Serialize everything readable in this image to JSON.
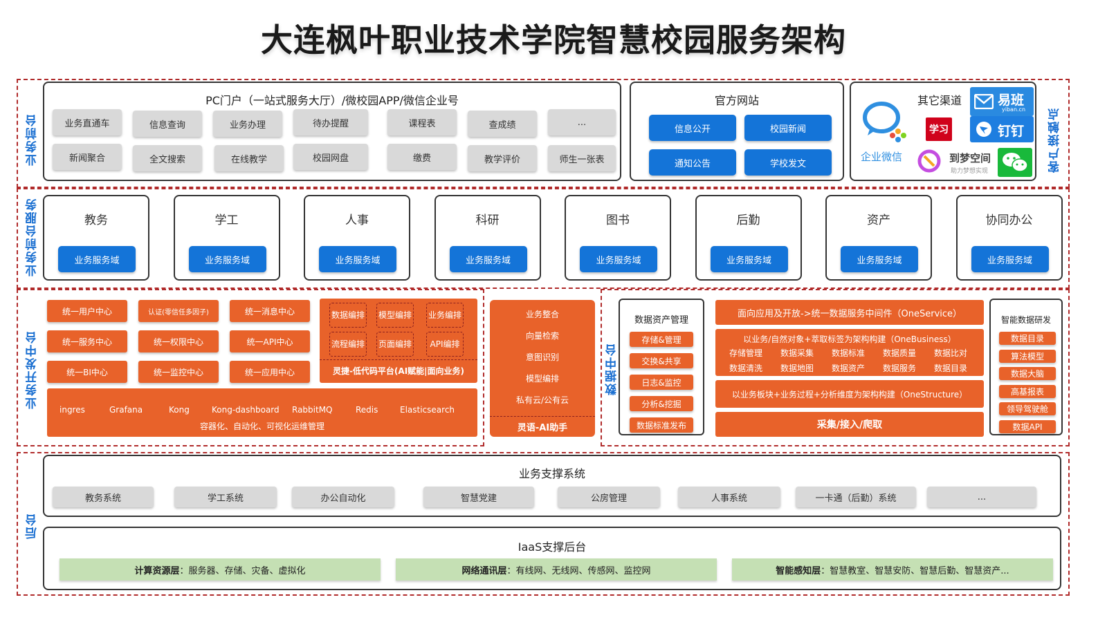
{
  "title": "大连枫叶职业技术学院智慧校园服务架构",
  "bands": {
    "front": "业务前台",
    "customer": "客户接触点",
    "service": "业务前台服务",
    "middle": "业务开发中台",
    "data": "数据中台",
    "back": "后台"
  },
  "portal": {
    "title": "PC门户（一站式服务大厅）/微校园APP/微信企业号",
    "row1": [
      "业务直通车",
      "信息查询",
      "业务办理",
      "待办提醒",
      "课程表",
      "查成绩",
      "..."
    ],
    "row2": [
      "新闻聚合",
      "全文搜索",
      "在线教学",
      "校园网盘",
      "缴费",
      "教学评价",
      "师生一张表"
    ]
  },
  "website": {
    "title": "官方网站",
    "buttons": [
      "信息公开",
      "校园新闻",
      "通知公告",
      "学校发文"
    ]
  },
  "channels": {
    "title": "其它渠道",
    "logos": {
      "qywx": "企业微信",
      "yiban": "易班",
      "yiban_url": "yiban.cn",
      "xuexi": "学习",
      "dingding": "钉钉",
      "dmkj": "到梦空间",
      "dmkj_sub": "助力梦想实现"
    }
  },
  "domains": {
    "label": "业务服务域",
    "items": [
      "教务",
      "学工",
      "人事",
      "科研",
      "图书",
      "后勤",
      "资产",
      "协同办公"
    ]
  },
  "dev": {
    "centers": [
      "统一用户中心",
      "认证(零信任多因子)",
      "统一消息中心",
      "统一服务中心",
      "统一权限中心",
      "统一API中心",
      "统一BI中心",
      "统一监控中心",
      "统一应用中心"
    ],
    "ops_tools": [
      "ingres",
      "Grafana",
      "Kong",
      "Kong-dashboard",
      "RabbitMQ",
      "Redis",
      "Elasticsearch"
    ],
    "ops_caption": "容器化、自动化、可视化运维管理",
    "lowcode_cells": [
      "数据编排",
      "模型编排",
      "业务编排",
      "流程编排",
      "页面编排",
      "API编排"
    ],
    "lowcode_title": "灵捷-低代码平台(AI赋能|面向业务)",
    "ai_items": [
      "业务整合",
      "向量检索",
      "意图识别",
      "模型编排",
      "私有云/公有云"
    ],
    "ai_title": "灵语-AI助手"
  },
  "data": {
    "asset_title": "数据资产管理",
    "asset_items": [
      "存储&管理",
      "交换&共享",
      "日志&监控",
      "分析&挖掘",
      "数据标准发布"
    ],
    "oneservice": "面向应用及开放->统一数据服务中间件（OneService）",
    "onebusiness": "以业务/自然对象+萃取标签为架构构建（OneBusiness）",
    "onebusiness_items": [
      "存储管理",
      "数据采集",
      "数据标准",
      "数据质量",
      "数据比对",
      "数据清洗",
      "数据地图",
      "数据资产",
      "数据服务",
      "数据目录"
    ],
    "onestructure": "以业务板块+业务过程+分析维度为架构构建（OneStructure）",
    "collect": "采集/接入/爬取",
    "smart_title": "智能数据研发",
    "smart_items": [
      "数据目录",
      "算法模型",
      "数据大脑",
      "高基报表",
      "领导驾驶舱",
      "数据API"
    ]
  },
  "support": {
    "title": "业务支撑系统",
    "items": [
      "教务系统",
      "学工系统",
      "办公自动化",
      "智慧党建",
      "公房管理",
      "人事系统",
      "一卡通（后勤）系统",
      "..."
    ]
  },
  "iaas": {
    "title": "IaaS支撑后台",
    "layers": [
      {
        "name": "计算资源层",
        "desc": "：服务器、存储、灾备、虚拟化"
      },
      {
        "name": "网络通讯层",
        "desc": "：有线网、无线网、传感网、监控网"
      },
      {
        "name": "智能感知层",
        "desc": "：智慧教室、智慧安防、智慧后勤、智慧资产..."
      }
    ]
  },
  "colors": {
    "blue": "#1474d8",
    "orange": "#e8622a",
    "green": "#c5e0b4",
    "gray": "#d9d9d9",
    "dash": "#b02a2a"
  }
}
